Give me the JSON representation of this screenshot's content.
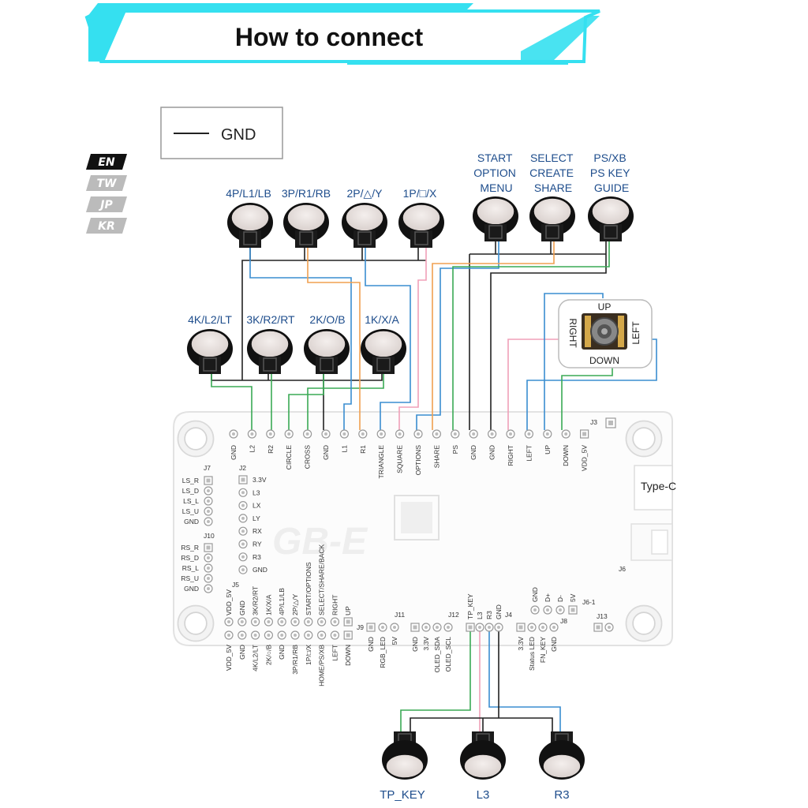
{
  "header": {
    "title": "How to connect"
  },
  "legend": {
    "label": "GND"
  },
  "languages": [
    {
      "code": "EN",
      "active": true
    },
    {
      "code": "TW",
      "active": false
    },
    {
      "code": "JP",
      "active": false
    },
    {
      "code": "KR",
      "active": false
    }
  ],
  "colors": {
    "accent": "#35e0f0",
    "gnd": "#222222",
    "blue": "#3a8dd0",
    "orange": "#f0a050",
    "green": "#3aaa55",
    "pink": "#f0a0b8",
    "label_blue": "#1e4d8c"
  },
  "buttons": {
    "top_row": [
      {
        "label": "4P/L1/LB"
      },
      {
        "label": "3P/R1/RB"
      },
      {
        "label": "2P/△/Y"
      },
      {
        "label": "1P/□/X"
      }
    ],
    "function_row": [
      {
        "label_lines": [
          "START",
          "OPTION",
          "MENU"
        ]
      },
      {
        "label_lines": [
          "SELECT",
          "CREATE",
          "SHARE"
        ]
      },
      {
        "label_lines": [
          "PS/XB",
          "PS KEY",
          "GUIDE"
        ]
      }
    ],
    "bottom_row": [
      {
        "label": "4K/L2/LT"
      },
      {
        "label": "3K/R2/RT"
      },
      {
        "label": "2K/O/B"
      },
      {
        "label": "1K/X/A"
      }
    ],
    "lower": [
      {
        "label": "TP_KEY"
      },
      {
        "label": "L3"
      },
      {
        "label": "R3"
      }
    ]
  },
  "joystick": {
    "up": "UP",
    "down": "DOWN",
    "left": "LEFT",
    "right": "RIGHT"
  },
  "board": {
    "top_header_pins": [
      "GND",
      "L2",
      "R2",
      "CIRCLE",
      "CROSS",
      "GND",
      "L1",
      "R1",
      "TRIANGLE",
      "SQUARE",
      "OPTIONS",
      "SHARE",
      "PS",
      "GND",
      "GND",
      "RIGHT",
      "LEFT",
      "UP",
      "DOWN",
      "VDD_5V"
    ],
    "j3": "J3",
    "j7": {
      "name": "J7",
      "pins": [
        "LS_R",
        "LS_D",
        "LS_L",
        "LS_U",
        "GND"
      ]
    },
    "j10": {
      "name": "J10",
      "pins": [
        "RS_R",
        "RS_D",
        "RS_L",
        "RS_U",
        "GND"
      ]
    },
    "j2": {
      "name": "J2",
      "pins": [
        "3.3V",
        "L3",
        "LX",
        "LY",
        "RX",
        "RY",
        "R3",
        "GND"
      ]
    },
    "j5": {
      "name": "J5",
      "top_labels": [
        "VDD_5V",
        "GND",
        "3K/R2/RT",
        "1K/X/A",
        "4P/L1/LB",
        "2P/△/Y",
        "START/OPTIONS",
        "SELECT/SHARE/BACK",
        "RIGHT",
        "UP"
      ],
      "bottom_labels": [
        "VDD_5V",
        "GND",
        "4K/L2/LT",
        "2K/○/B",
        "GND",
        "3P/R1/RB",
        "1P/□/X",
        "HOME/PS/XB",
        "LEFT",
        "DOWN"
      ]
    },
    "j9": {
      "name": "J9",
      "pins": [
        "GND",
        "RGB_LED",
        "5V"
      ]
    },
    "j11": {
      "name": "J11",
      "pins": [
        "GND",
        "3.3V",
        "OLED_SDA",
        "OLED_SCL"
      ]
    },
    "j12": {
      "name": "J12",
      "pins": [
        "TP_KEY",
        "L3",
        "R3",
        "GND"
      ]
    },
    "j4": {
      "name": "J4",
      "pins": [
        "3.3V",
        "Status LED",
        "FN_KEY",
        "GND"
      ]
    },
    "j8": {
      "name": "J8",
      "pins": [
        "GND",
        "D+",
        "D-",
        "5V"
      ]
    },
    "j6_1": "J6-1",
    "j6": "J6",
    "j13": "J13",
    "type_c": "Type-C"
  }
}
